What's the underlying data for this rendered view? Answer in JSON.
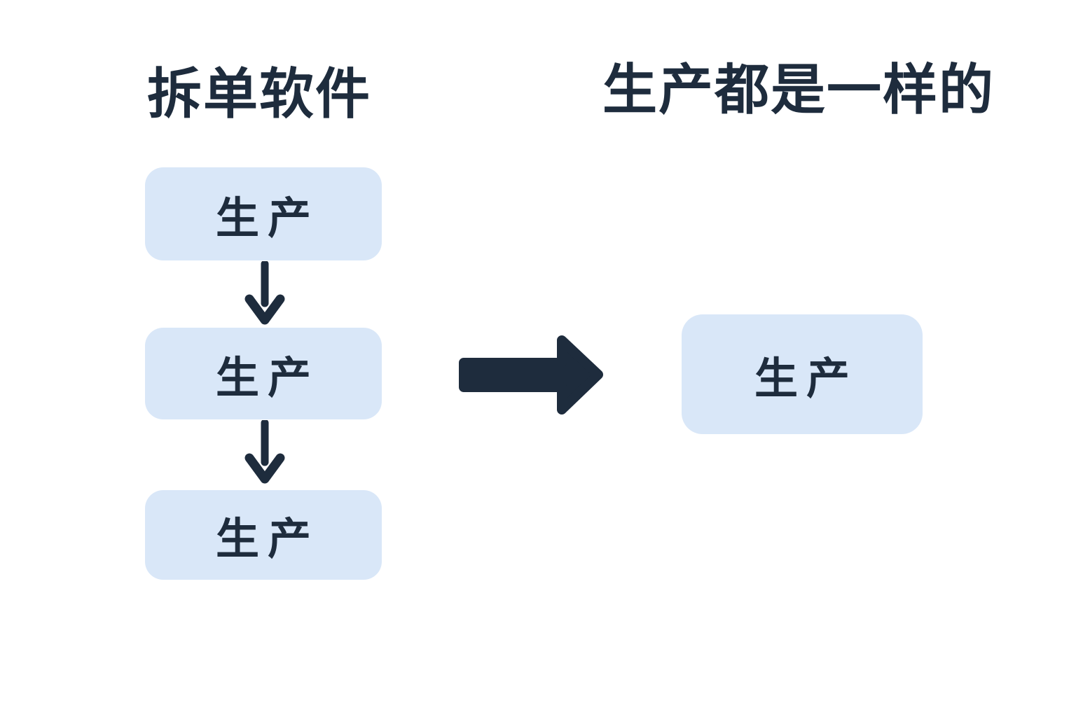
{
  "page": {
    "background_color": "#ffffff"
  },
  "colors": {
    "box_fill": "#d9e7f8",
    "ink": "#1e2c3d"
  },
  "left_section": {
    "title": "拆单软件",
    "boxes": [
      {
        "label": "生产"
      },
      {
        "label": "生产"
      },
      {
        "label": "生产"
      }
    ]
  },
  "right_section": {
    "title": "生产都是一样的",
    "boxes": [
      {
        "label": "生产"
      }
    ]
  },
  "icons": {
    "down_arrow": "down-arrow",
    "right_arrow": "right-arrow"
  }
}
